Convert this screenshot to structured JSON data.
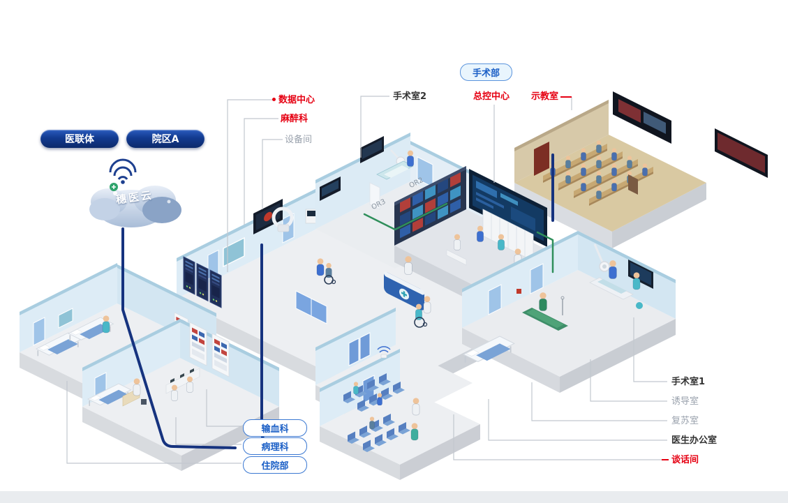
{
  "badges": {
    "department": "手术部",
    "consortium": "医联体",
    "campus": "院区A"
  },
  "cloud": {
    "name": "穗医云"
  },
  "top_callouts": {
    "or2_suite": "手术室2",
    "data_center": "数据中心",
    "anesthesiology": "麻醉科",
    "equipment_room": "设备间",
    "control_center": "总控中心",
    "teaching_room": "示教室"
  },
  "left_callouts": {
    "blood_transfusion": "输血科",
    "pathology": "病理科",
    "inpatient": "住院部"
  },
  "right_callouts": {
    "or1": "手术室1",
    "induction_room": "诱导室",
    "recovery_room": "复苏室",
    "doctor_office": "医生办公室",
    "talk_room": "谈话间"
  },
  "room_tags": {
    "or2": "OR2",
    "or3": "OR3"
  },
  "colors": {
    "alert_red": "#e60012",
    "backbone_navy": "#16337f",
    "cable_green": "#2f8f5b",
    "pill_blue": "#1b5fc6"
  }
}
